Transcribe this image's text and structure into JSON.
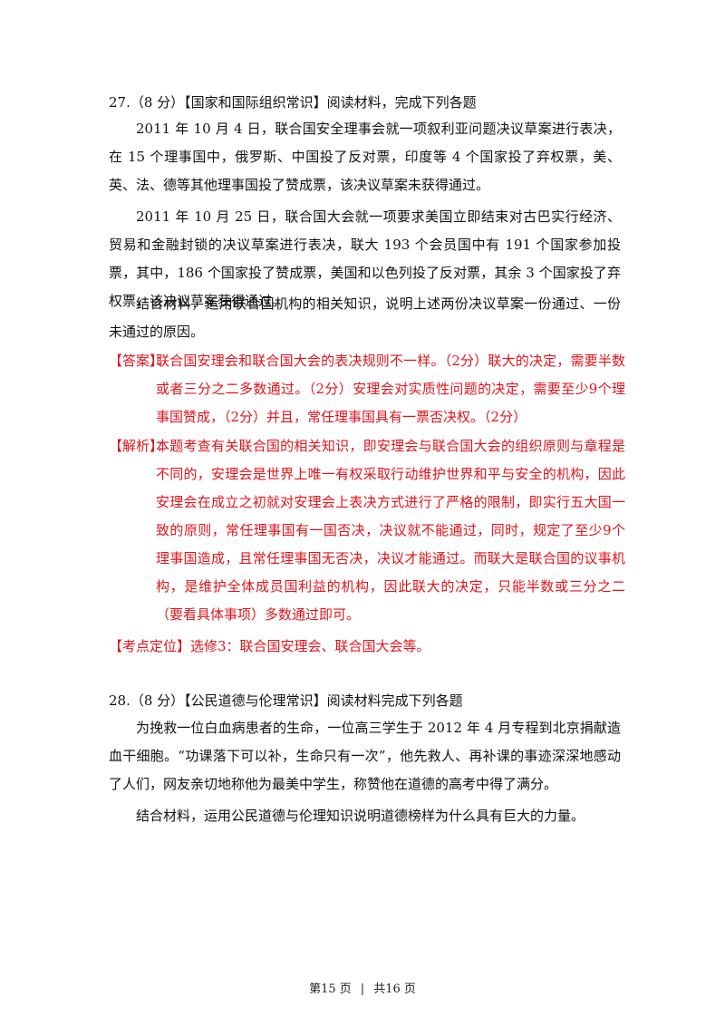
{
  "q27": {
    "head": "27.（8 分）【国家和国际组织常识】阅读材料，完成下列各题",
    "p1": "2011 年 10 月 4 日，联合国安全理事会就一项叙利亚问题决议草案进行表决，在 15 个理事国中，俄罗斯、中国投了反对票，印度等 4 个国家投了弃权票，美、英、法、德等其他理事国投了赞成票，该决议草案未获得通过。",
    "p2": "2011 年 10 月 25 日，联合国大会就一项要求美国立即结束对古巴实行经济、贸易和金融封锁的决议草案进行表决，联大 193 个会员国中有 191 个国家参加投票，其中，186 个国家投了赞成票，美国和以色列投了反对票，其余 3 个国家投了弃权票，该决议草案获得通过。",
    "p3": "结合材料，运用联合国机构的相关知识，说明上述两份决议草案一份通过、一份未通过的原因。",
    "answer_label": "【答案】：",
    "answer_text": "联合国安理会和联合国大会的表决规则不一样。（2分）联大的决定，需要半数或者三分之二多数通过。（2分）安理会对实质性问题的决定，需要至少9个理事国赞成，（2分）并且，常任理事国具有一票否决权。（2分）",
    "analysis_label": "【解析】：",
    "analysis_text": "本题考查有关联合国的相关知识，即安理会与联合国大会的组织原则与章程是不同的，安理会是世界上唯一有权采取行动维护世界和平与安全的机构，因此安理会在成立之初就对安理会上表决方式进行了严格的限制，即实行五大国一致的原则，常任理事国有一国否决，决议就不能通过，同时，规定了至少9个理事国造成，且常任理事国无否决，决议才能通过。而联大是联合国的议事机构，是维护全体成员国利益的机构，因此联大的决定，只能半数或三分之二（要看具体事项）多数通过即可。",
    "point_label": "【考点定位】",
    "point_text": "选修3：联合国安理会、联合国大会等。"
  },
  "q28": {
    "head": "28.（8 分）【公民道德与伦理常识】阅读材料完成下列各题",
    "p1": "为挽救一位白血病患者的生命，一位高三学生于 2012 年 4 月专程到北京捐献造血干细胞。“功课落下可以补，生命只有一次”，他先救人、再补课的事迹深深地感动了人们，网友亲切地称他为最美中学生，称赞他在道德的高考中得了满分。",
    "p2": "结合材料，运用公民道德与伦理知识说明道德榜样为什么具有巨大的力量。"
  },
  "footer": {
    "page": "第15 页",
    "sep": "|",
    "total": "共16 页"
  }
}
